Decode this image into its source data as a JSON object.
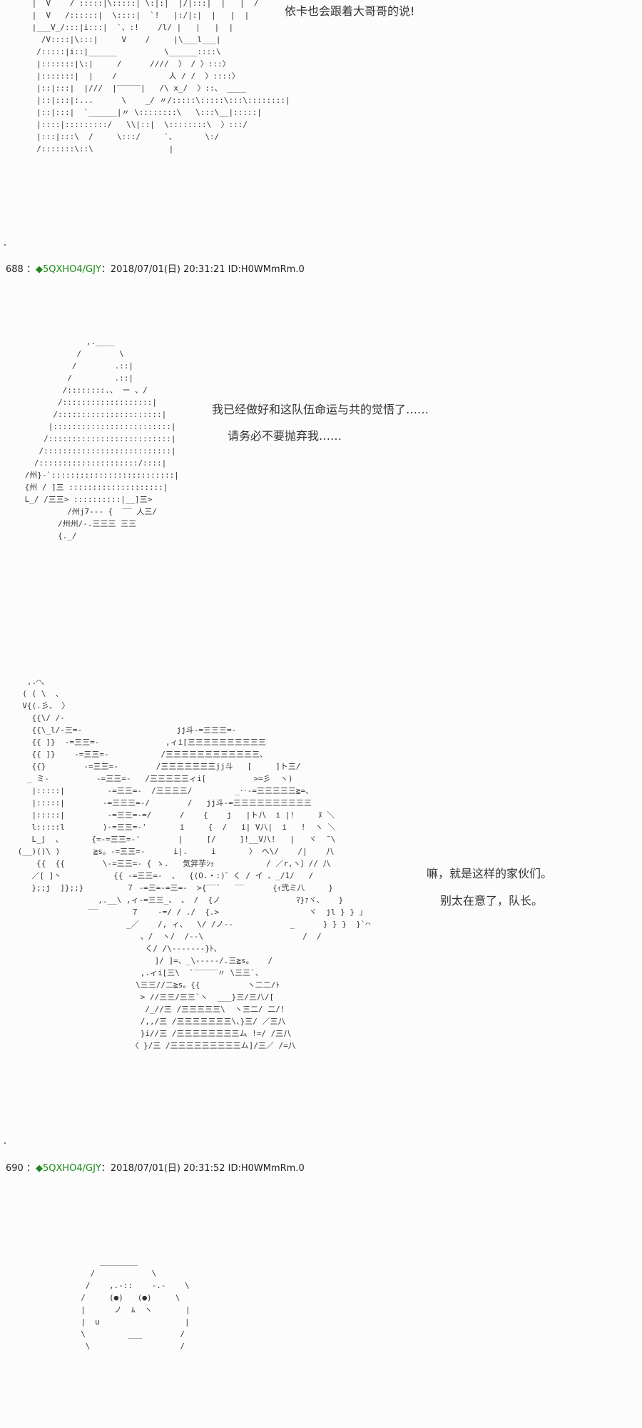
{
  "posts": [
    {
      "aa": [
        " |  V    / :::::|\\:::::| \\:|:|  |/|:::|  |   |  /",
        " |  V   /::::::|  \\::::|  `!   |:/|:|  |   |  |",
        " |___V_/:::|i:::|  `、:!    /l/ |   |   |  |",
        "   /V::::|\\:::|     V    /     |\\___l___|",
        "  /:::::|i::|______          \\______::::\\",
        "  |:::::::|\\:|     /      ////  〉 / 〉:::〉",
        "  |:::::::|  |    /           人 / /  〉::::〉",
        "  |::|:::|  |///  |‾‾‾‾‾|   /\\ x_/  〉::、 ____",
        "  |::|:::|:...      \\    _/ 〃/:::::\\:::::\\:::\\::::::::|",
        "  |::|:::|  `______|〃 \\::::::::\\   \\:::\\__|:::::|",
        "  |::::|:::::::::/   \\\\|::|  \\::::::::\\  〉:::/",
        "  |:::|:::\\  /     \\:::/     `、      \\:/",
        "  /:::::::\\::\\                |"
      ],
      "say": [
        "依卡也会跟着大哥哥的说!"
      ]
    },
    {
      "number": "688",
      "sep": "：",
      "trip": "◆5QXHO4/GJY",
      "date": "：2018/07/01(日) 20:31:21 ID:H0WMmRm.0",
      "aa": [
        "              ,.____",
        "            /        \\",
        "           /        .::|",
        "          /         .::|",
        "         /::::::::.、 ー 、/",
        "        /:::::::::::::::::::|",
        "       /::::::::::::::::::::::|",
        "      |:::::::::::::::::::::::::|",
        "     /::::::::::::::::::::::::::|",
        "    /:::::::::::::::::::::::::::|",
        "   /:::::::::::::::::::::/::::|",
        " /州}-`::::::::::::::::::::::::::|",
        " {州 / ]三 ::::::::::::::::::::|",
        " L_/ /三三> ::::::::::|__]三>",
        "          /州j7‐‐‐ {  ‾‾ 人三/",
        "        /州州/-.三三三 三三",
        "        {._/"
      ],
      "say": [
        "我已经做好和这队伍命运与共的觉悟了……",
        "请务必不要抛弃我……"
      ]
    },
    {
      "aa": [
        "   ,.⌒、",
        "  ( ( \\  、",
        "  V{(.彡、 〉",
        "    {{\\/ /-",
        "    {{\\_l/‐三=-                    jj斗-=三三三=-",
        "    {{ ]}  -=三三=-              ,ィi[三三三三三三三三三三",
        "    {{ ]}    -=三三=-           /三三三三三三三三三三三三、",
        "    {{}        -=三三=-        /三三三三三三三jj斗   [     ]ト三/",
        "   _ ミ-          -=三三=-   /三三三三三ィi[          >=彡  ヽ)",
        "    |:::::|         -=三三=-  /三三三三/         _‥-=三三三三三≧=、",
        "    |:::::|        -=三三三=-/        /   jj斗-=三三三三三三三三三三",
        "    |:::::|         -=三三=-=/      /    {    j   |ト八  i |!     ﾇ ＼",
        "    l:::::l        )-=三三=-'       i     {  /   i| V八|  i   !  ヽ ＼",
        "    L_j  、      {=-=三三=-'        |     [/     ]!__V八!   |   ヾ  ¯\\",
        " (__)()\\ )       ≧s。-=三三=-      i|.     i       〉 ヘ\\/    /|    八",
        "     {{  {{        \\-=三三=- { ゝ.   気笄芋ｼｯ           / ／r,ヽ〕// 八",
        "    ／[ ]丶           {{ -=三三=-  、  {(O.・:)゛く / イ 、_/1/   /",
        "    };;j  ]};;}         ７ -=三=-=三=-  >{‾‾`   ‾‾      {ｨ弐ミ八     }",
        "                  ,.__\\ ,ィ-=三三_、 、 /  {ノ                ﾏ}ｧヾ、   }",
        "                ‾‾       ７    -=/ / ./  {.>                   ヾ  jl } } 」",
        "                        _／    /, ィ、  \\/ /ノ-‐            _      } } }  }`⌒",
        "                           、/  ヽ/  /--\\                     /  /",
        "                            く/ /\\------‐}ﾄ、",
        "                              ]/ ]=、_\\-----/.三≧s。   /",
        "                           ,.ィi[三\\  `‾‾‾‾‾〃 \\三三`、",
        "                          \\三三//二≧s。{{          ヽ二二/ﾄ",
        "                           > //三三/三三`ヽ  ___}三/三八/[",
        "                            /_//三 /三三三三三\\  ヽ三二/ 二/!",
        "                           /,,/三 /三三三三三三三\\、}三/ ／三八",
        "                           }i//三 /三三三三三三三三ム !=/ /三八",
        "                         〈 }/三 /三三三三三三三三三ム]/三／ /=八"
      ],
      "say": [
        "嘛，就是这样的家伙们。",
        "别太在意了，队长。"
      ]
    },
    {
      "number": "690",
      "sep": "：",
      "trip": "◆5QXHO4/GJY",
      "date": "：2018/07/01(日) 20:31:52 ID:H0WMmRm.0",
      "aa": [
        "      ________",
        "    /            \\",
        "   /    ,.-::    ‐.-    \\",
        "  /     (●)   (●)     \\",
        "  |      ノ  ﾑ  ヽ       |",
        "  |  u                  |",
        "  \\         ___        /",
        "   \\                   /"
      ]
    }
  ],
  "colors": {
    "trip": "#1a8a1a",
    "text": "#333333",
    "background": "#fcfcfc"
  }
}
